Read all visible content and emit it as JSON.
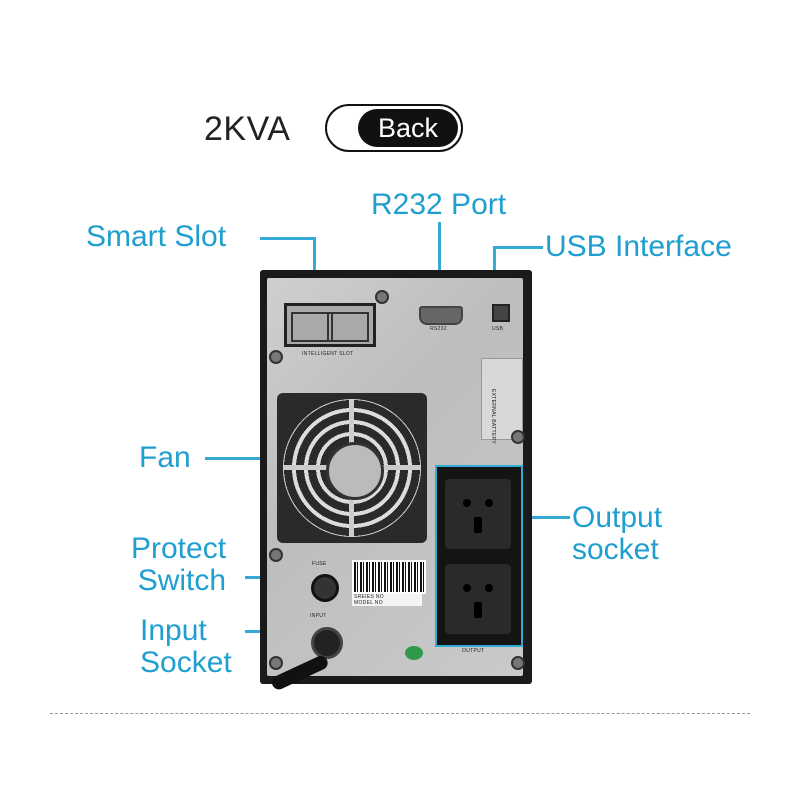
{
  "header": {
    "model": "2KVA",
    "toggle_label": "Back"
  },
  "labels": {
    "smart_slot": "Smart Slot",
    "r232_port": "R232 Port",
    "usb_interface": "USB Interface",
    "fan": "Fan",
    "output_socket_line1": "Output",
    "output_socket_line2": "socket",
    "protect_switch_line1": "Protect",
    "protect_switch_line2": "Switch",
    "input_socket_line1": "Input",
    "input_socket_line2": "Socket"
  },
  "device_markings": {
    "intelligent_slot": "INTELLIGENT SLOT",
    "rs232": "RS232",
    "usb": "USB",
    "external_battery": "EXTERNAL BATTERY",
    "fuse": "FUSE",
    "input": "INPUT",
    "output": "OUTPUT",
    "series_no": "SREIES NO",
    "model_no": "MODEL NO"
  },
  "colors": {
    "accent": "#1f9fd0",
    "toggle": "#111111"
  }
}
